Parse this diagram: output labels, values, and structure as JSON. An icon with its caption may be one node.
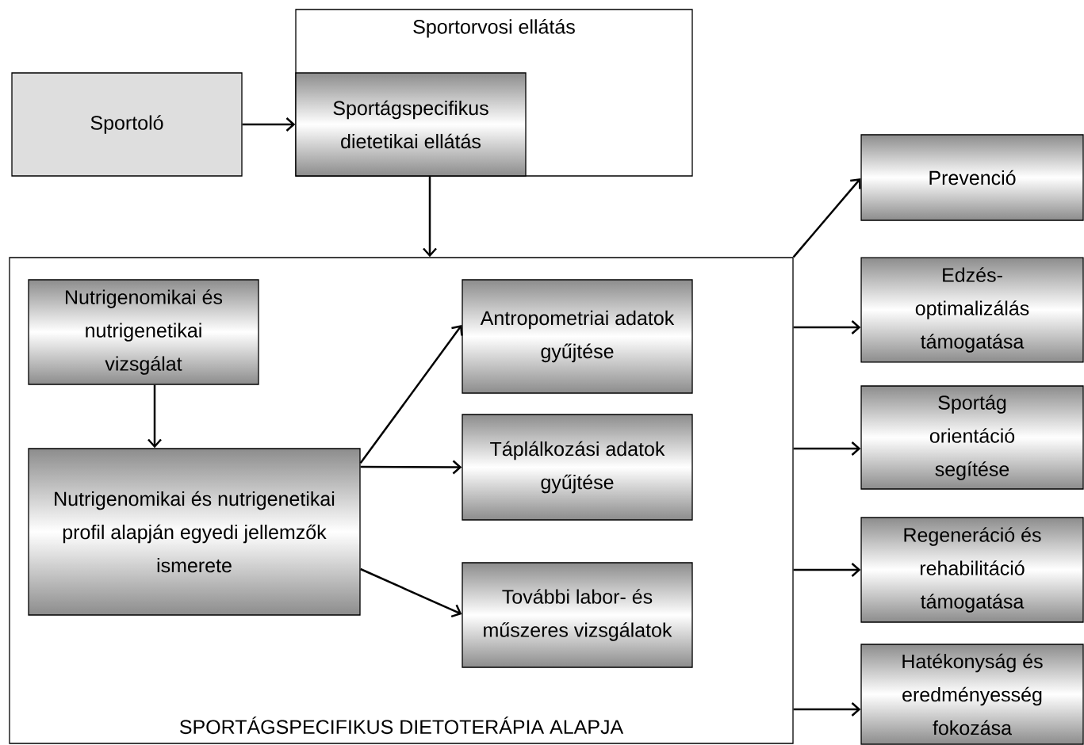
{
  "diagram": {
    "nodes": [
      {
        "text": [
          "Sportoló"
        ]
      },
      {
        "text": [
          "Sportorvosi ellátás"
        ]
      },
      {
        "text": [
          "Sportágspecifikus dietetikai ellátás"
        ],
        "in": 1
      },
      {
        "text": [
          "SPORTÁGSPECIFIKUS DIETOTERÁPIA ALAPJA"
        ]
      },
      {
        "text": [
          "Nutrigenomikai és nutrigenetikai vizsgálat"
        ],
        "in": 3
      },
      {
        "text": [
          "Nutrigenomikai és nutrigenetikai profil alapján egyedi jellemzők ismerete"
        ],
        "in": 3
      },
      {
        "text": [
          "Antropometriai adatok gyűjtése"
        ],
        "in": 3
      },
      {
        "text": [
          "Táplálkozási adatok gyűjtése"
        ],
        "in": 3
      },
      {
        "text": [
          "További labor- és műszeres vizsgálatok"
        ],
        "in": 3
      },
      {
        "text": [
          "Prevenció"
        ]
      },
      {
        "text": [
          "Edzés- optimalizálás támogatása"
        ]
      },
      {
        "text": [
          "Sportág orientáció segítése"
        ]
      },
      {
        "text": [
          "Regeneráció és rehabilitáció támogatása"
        ]
      },
      {
        "text": [
          "Hatékonyság és eredményesség fokozása"
        ]
      }
    ],
    "edges": [
      {
        "from": 0,
        "to": 2,
        "arrow": "to"
      },
      {
        "from": 2,
        "to": 3,
        "arrow": "to"
      },
      {
        "from": 4,
        "to": 5,
        "arrow": "to"
      },
      {
        "from": 5,
        "to": 6,
        "arrow": "to"
      },
      {
        "from": 5,
        "to": 7,
        "arrow": "to"
      },
      {
        "from": 5,
        "to": 8,
        "arrow": "to"
      },
      {
        "from": 3,
        "to": 9,
        "arrow": "to"
      },
      {
        "from": 3,
        "to": 10,
        "arrow": "to"
      },
      {
        "from": 3,
        "to": 11,
        "arrow": "to"
      },
      {
        "from": 3,
        "to": 12,
        "arrow": "to"
      },
      {
        "from": 3,
        "to": 13,
        "arrow": "to"
      }
    ]
  }
}
